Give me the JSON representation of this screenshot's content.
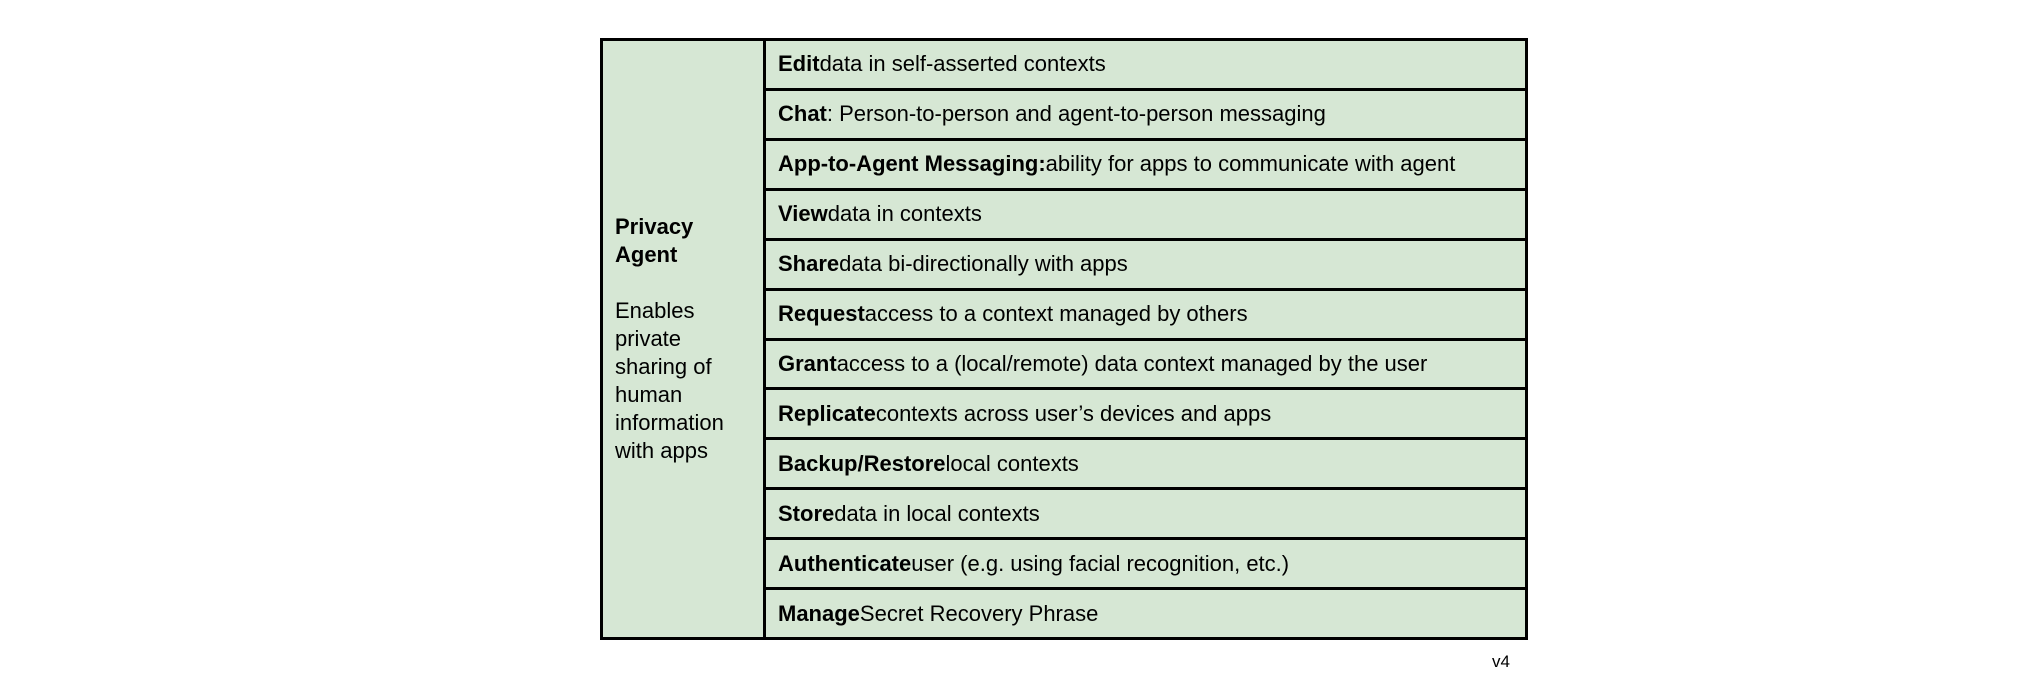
{
  "agent": {
    "title": "Privacy Agent",
    "description": "Enables private sharing of human information with apps"
  },
  "capabilities": [
    {
      "verb": "Edit",
      "text": " data in self-asserted contexts"
    },
    {
      "verb": "Chat",
      "text": ": Person-to-person and agent-to-person messaging"
    },
    {
      "verb": "App-to-Agent Messaging:",
      "text": " ability for apps to communicate with agent"
    },
    {
      "verb": "View",
      "text": " data in contexts"
    },
    {
      "verb": "Share",
      "text": " data bi-directionally with apps"
    },
    {
      "verb": "Request",
      "text": " access to a context managed by others"
    },
    {
      "verb": "Grant",
      "text": " access to a (local/remote) data context managed by the user"
    },
    {
      "verb": "Replicate",
      "text": " contexts across user’s devices and apps"
    },
    {
      "verb": "Backup/Restore",
      "text": " local contexts"
    },
    {
      "verb": "Store",
      "text": " data in local contexts"
    },
    {
      "verb": "Authenticate",
      "text": " user (e.g. using facial recognition, etc.)"
    },
    {
      "verb": "Manage",
      "text": " Secret Recovery Phrase"
    }
  ],
  "version": "v4",
  "colors": {
    "cell_fill": "#d6e7d4",
    "border": "#000000"
  }
}
